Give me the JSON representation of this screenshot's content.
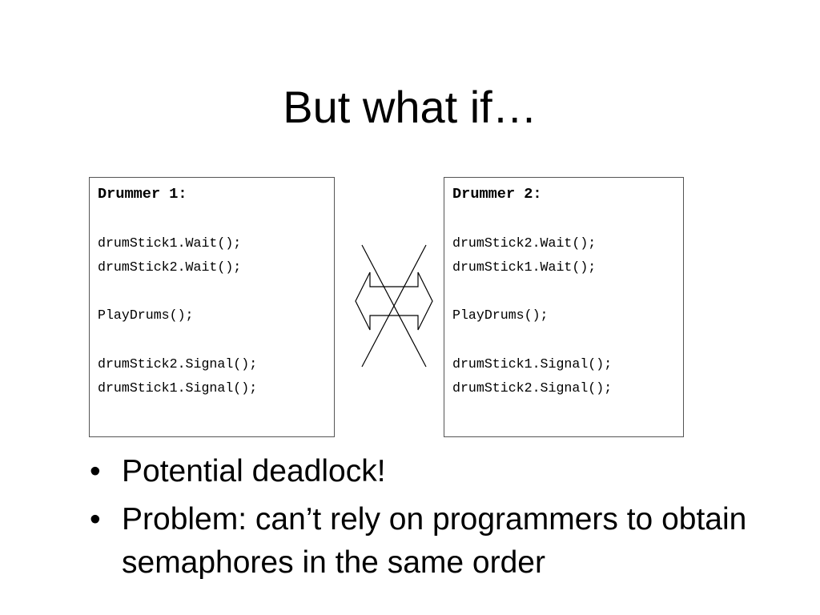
{
  "slide": {
    "title": "But what if…",
    "drummer1": {
      "header": "Drummer 1:",
      "lines": [
        "drumStick1.Wait();",
        "drumStick2.Wait();",
        "",
        "PlayDrums();",
        "",
        "drumStick2.Signal();",
        "drumStick1.Signal();"
      ]
    },
    "drummer2": {
      "header": "Drummer 2:",
      "lines": [
        "drumStick2.Wait();",
        "drumStick1.Wait();",
        "",
        "PlayDrums();",
        "",
        "drumStick1.Signal();",
        "drumStick2.Signal();"
      ]
    },
    "diagram_icon": "crossed-out-double-arrow-icon",
    "bullet_symbol": "•",
    "bullets": [
      "Potential deadlock!",
      "Problem: can’t rely on programmers to obtain semaphores in the same order"
    ]
  }
}
